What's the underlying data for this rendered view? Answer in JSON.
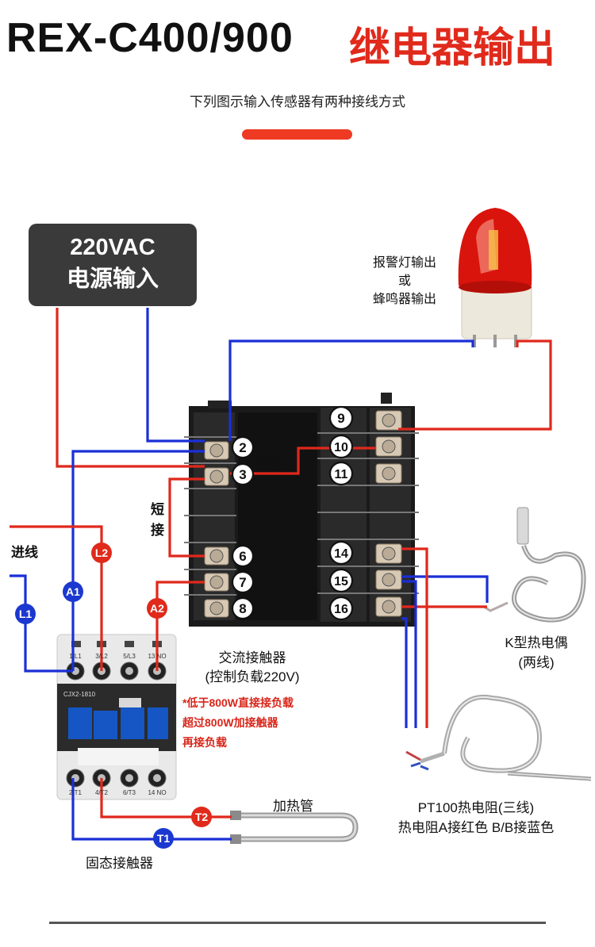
{
  "header": {
    "title_model": "REX-C400/900",
    "title_cn": "继电器输出",
    "subtitle": "下列图示输入传感器有两种接线方式"
  },
  "power": {
    "line1": "220VAC",
    "line2": "电源输入"
  },
  "alarm": {
    "line1": "报警灯输出",
    "line2": "或",
    "line3": "蜂鸣器输出"
  },
  "terminals": {
    "t2": "2",
    "t3": "3",
    "t6": "6",
    "t7": "7",
    "t8": "8",
    "t9": "9",
    "t10": "10",
    "t11": "11",
    "t14": "14",
    "t15": "15",
    "t16": "16"
  },
  "jumpers": {
    "short_top": "短接",
    "short_left_1": "短",
    "short_left_2": "接"
  },
  "contactor": {
    "inlet": "进线",
    "tag_l1": "L1",
    "tag_l2": "L2",
    "tag_a1": "A1",
    "tag_a2": "A2",
    "tag_t1": "T1",
    "tag_t2": "T2",
    "top_terms": [
      "1/L1",
      "3/L2",
      "5/L3",
      "13 NO"
    ],
    "bottom_terms": [
      "2/T1",
      "4/T2",
      "6/T3",
      "14 NO"
    ],
    "model": "CJX2-1810",
    "title": "交流接触器",
    "spec": "(控制负载220V)",
    "note1": "*低于800W直接接负载",
    "note2": "超过800W加接触器",
    "note3": "再接负载"
  },
  "heater": {
    "label": "加热管"
  },
  "ssr": {
    "label": "固态接触器"
  },
  "thermocouple": {
    "line1": "K型热电偶",
    "line2": "(两线)"
  },
  "rtd": {
    "line1": "PT100热电阻(三线)",
    "line2": "热电阻A接红色  B/B接蓝色"
  },
  "colors": {
    "red_wire": "#e0281c",
    "blue_wire": "#1b2fd6",
    "tag_red": "#e02a1c",
    "tag_blue": "#1b38d0"
  }
}
